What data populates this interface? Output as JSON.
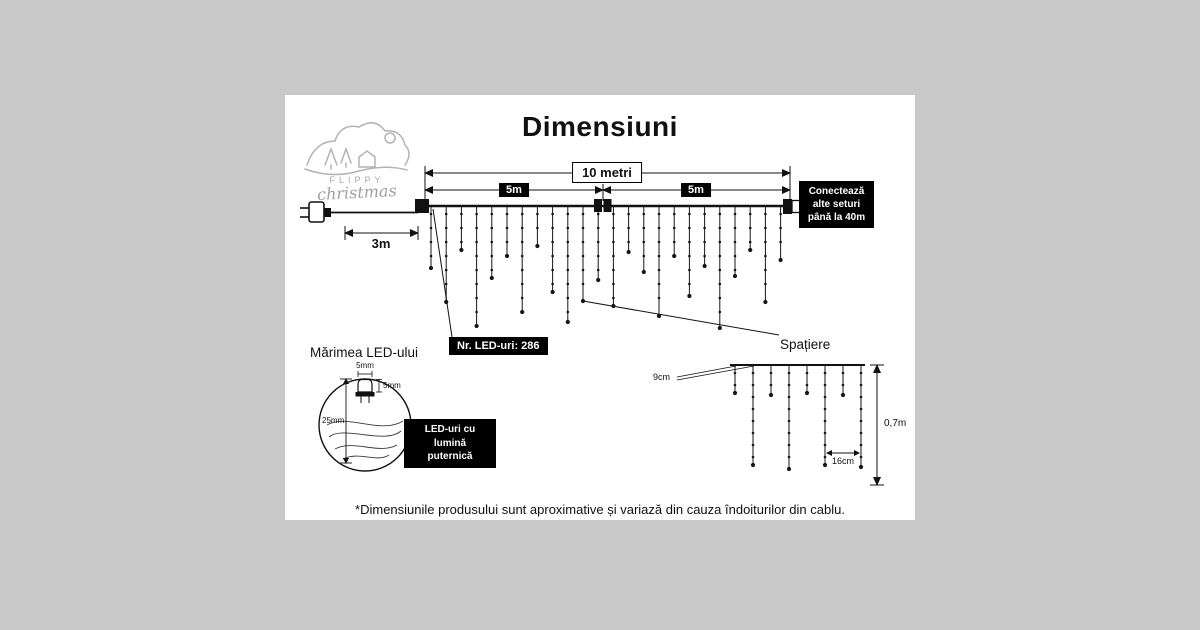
{
  "page": {
    "title": "Dimensiuni",
    "footnote": "*Dimensiunile produsului sunt aproximative și variază din cauza îndoiturilor din cablu."
  },
  "logo": {
    "brand_top": "FLIPPY",
    "brand_bottom": "christmas"
  },
  "diagram": {
    "total_length": "10 metri",
    "segment_left": "5m",
    "segment_right": "5m",
    "lead_length": "3m",
    "connect_note": "Conectează\nalte seturi\npână la 40m",
    "led_count": "Nr. LED-uri: 286"
  },
  "led_size": {
    "title": "Mărimea LED-ului",
    "bulb_width": "5mm",
    "bulb_height": "5mm",
    "bulb_length": "25mm",
    "callout": "LED-uri cu lumină\nputernică"
  },
  "spacing": {
    "title": "Spațiere",
    "drop_gap": "9cm",
    "led_gap": "16cm",
    "drop_height": "0,7m"
  }
}
